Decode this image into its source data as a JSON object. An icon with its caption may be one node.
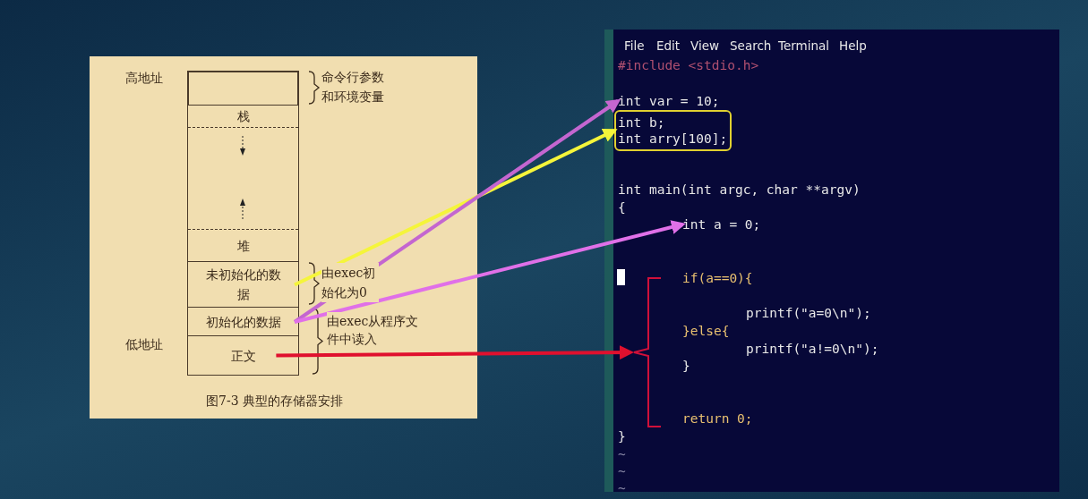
{
  "diagram": {
    "caption": "图7-3 典型的存储器安排",
    "nodes": [
      {
        "text": [],
        "shape": "box",
        "beside": [
          "命令行参数和环境变量"
        ]
      },
      {
        "text": [
          "栈"
        ]
      },
      {
        "text": [
          "堆"
        ]
      },
      {
        "text": [
          "未初始化的数据"
        ],
        "beside": [
          "由exec初始化为0"
        ]
      },
      {
        "text": [
          "初始化的数据"
        ]
      },
      {
        "text": [
          "正文"
        ]
      },
      {
        "text": [
          "int var = 10;"
        ]
      },
      {
        "text": [
          "int b;",
          "int arry[100];"
        ]
      },
      {
        "text": [
          "int a = 0;"
        ]
      },
      {
        "text": [],
        "shape": "bracket"
      }
    ],
    "edges": [
      {
        "from": 3,
        "to": 7,
        "arrow": "to",
        "color": "#f5f53a"
      },
      {
        "from": 4,
        "to": 6,
        "arrow": "to",
        "color": "#c466d0"
      },
      {
        "from": 4,
        "to": 8,
        "arrow": "to",
        "color": "#e070e8"
      },
      {
        "from": 5,
        "to": 9,
        "arrow": "to",
        "color": "#e0102e"
      }
    ],
    "labels": [
      "高地址",
      "低地址",
      "由exec从程序文件中读入",
      "File",
      "Edit",
      "View",
      "Search",
      "Terminal",
      "Help",
      "#include <stdio.h>",
      "int main(int argc, char **argv)",
      "{",
      "if(a==0){",
      "printf(\"a=0\\n\");",
      "}else{",
      "printf(\"a!=0\\n\");",
      "}",
      "return 0;",
      "}",
      "~",
      "~",
      "~"
    ]
  }
}
